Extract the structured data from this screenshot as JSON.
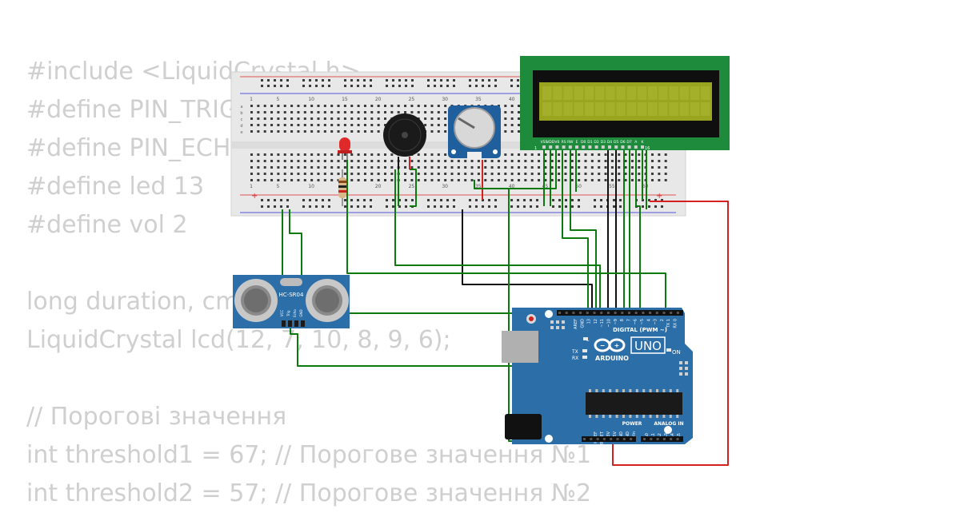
{
  "code_lines": [
    "#include <LiquidCrystal.h>",
    "#define PIN_TRIG",
    "#define PIN_ECHO",
    "#define led 13",
    "#define vol 2",
    "",
    "long duration, cm",
    "LiquidCrystal lcd(12, 7, 10, 8, 9, 6);",
    "",
    "// Порогові значення",
    "int threshold1 = 67; // Порогове значення №1",
    "int threshold2 = 57; // Порогове значення №2"
  ],
  "breadboard": {
    "column_numbers": [
      "1",
      "5",
      "10",
      "15",
      "20",
      "25",
      "30",
      "35",
      "40",
      "45",
      "50",
      "55",
      "60"
    ],
    "row_letters_top": [
      "a",
      "b",
      "c",
      "d",
      "e"
    ],
    "plus_sign": "+",
    "minus_sign": "−"
  },
  "lcd": {
    "pin_labels": [
      "VSS",
      "VDD",
      "V0",
      "RS",
      "RW",
      "E",
      "D0",
      "D1",
      "D2",
      "D3",
      "D4",
      "D5",
      "D6",
      "D7",
      "A",
      "K"
    ],
    "pin_first": "1",
    "pin_last": "16",
    "screen_color": "#9aa51f",
    "board_color": "#1e8a3c"
  },
  "sensor": {
    "model": "HC-SR04",
    "pins": [
      "VCC",
      "Trig",
      "Echo",
      "GND"
    ]
  },
  "arduino": {
    "brand": "ARDUINO",
    "model": "UNO",
    "digital_label": "DIGITAL (PWM ~)",
    "power_label": "POWER",
    "analog_label": "ANALOG IN",
    "on_label": "ON",
    "l_label": "L",
    "tx_label": "TX",
    "rx_label": "RX",
    "top_pins": [
      "AREF",
      "GND",
      "13",
      "12",
      "~11",
      "~10",
      "~9",
      "8",
      "7",
      "~6",
      "~5",
      "4",
      "~3",
      "2",
      "TX 1",
      "RX 0"
    ],
    "power_pins": [
      "IOREF",
      "RESET",
      "3.3V",
      "5V",
      "GND",
      "GND",
      "Vin"
    ],
    "analog_pins": [
      "A0",
      "A1",
      "A2",
      "A3",
      "A4",
      "A5"
    ],
    "board_color": "#2b6ea8"
  },
  "colors": {
    "wire_green": "#0c7a0c",
    "wire_red": "#d32020",
    "wire_black": "#111111",
    "led_red": "#e02a2a",
    "code_text": "#cfcfcf"
  }
}
